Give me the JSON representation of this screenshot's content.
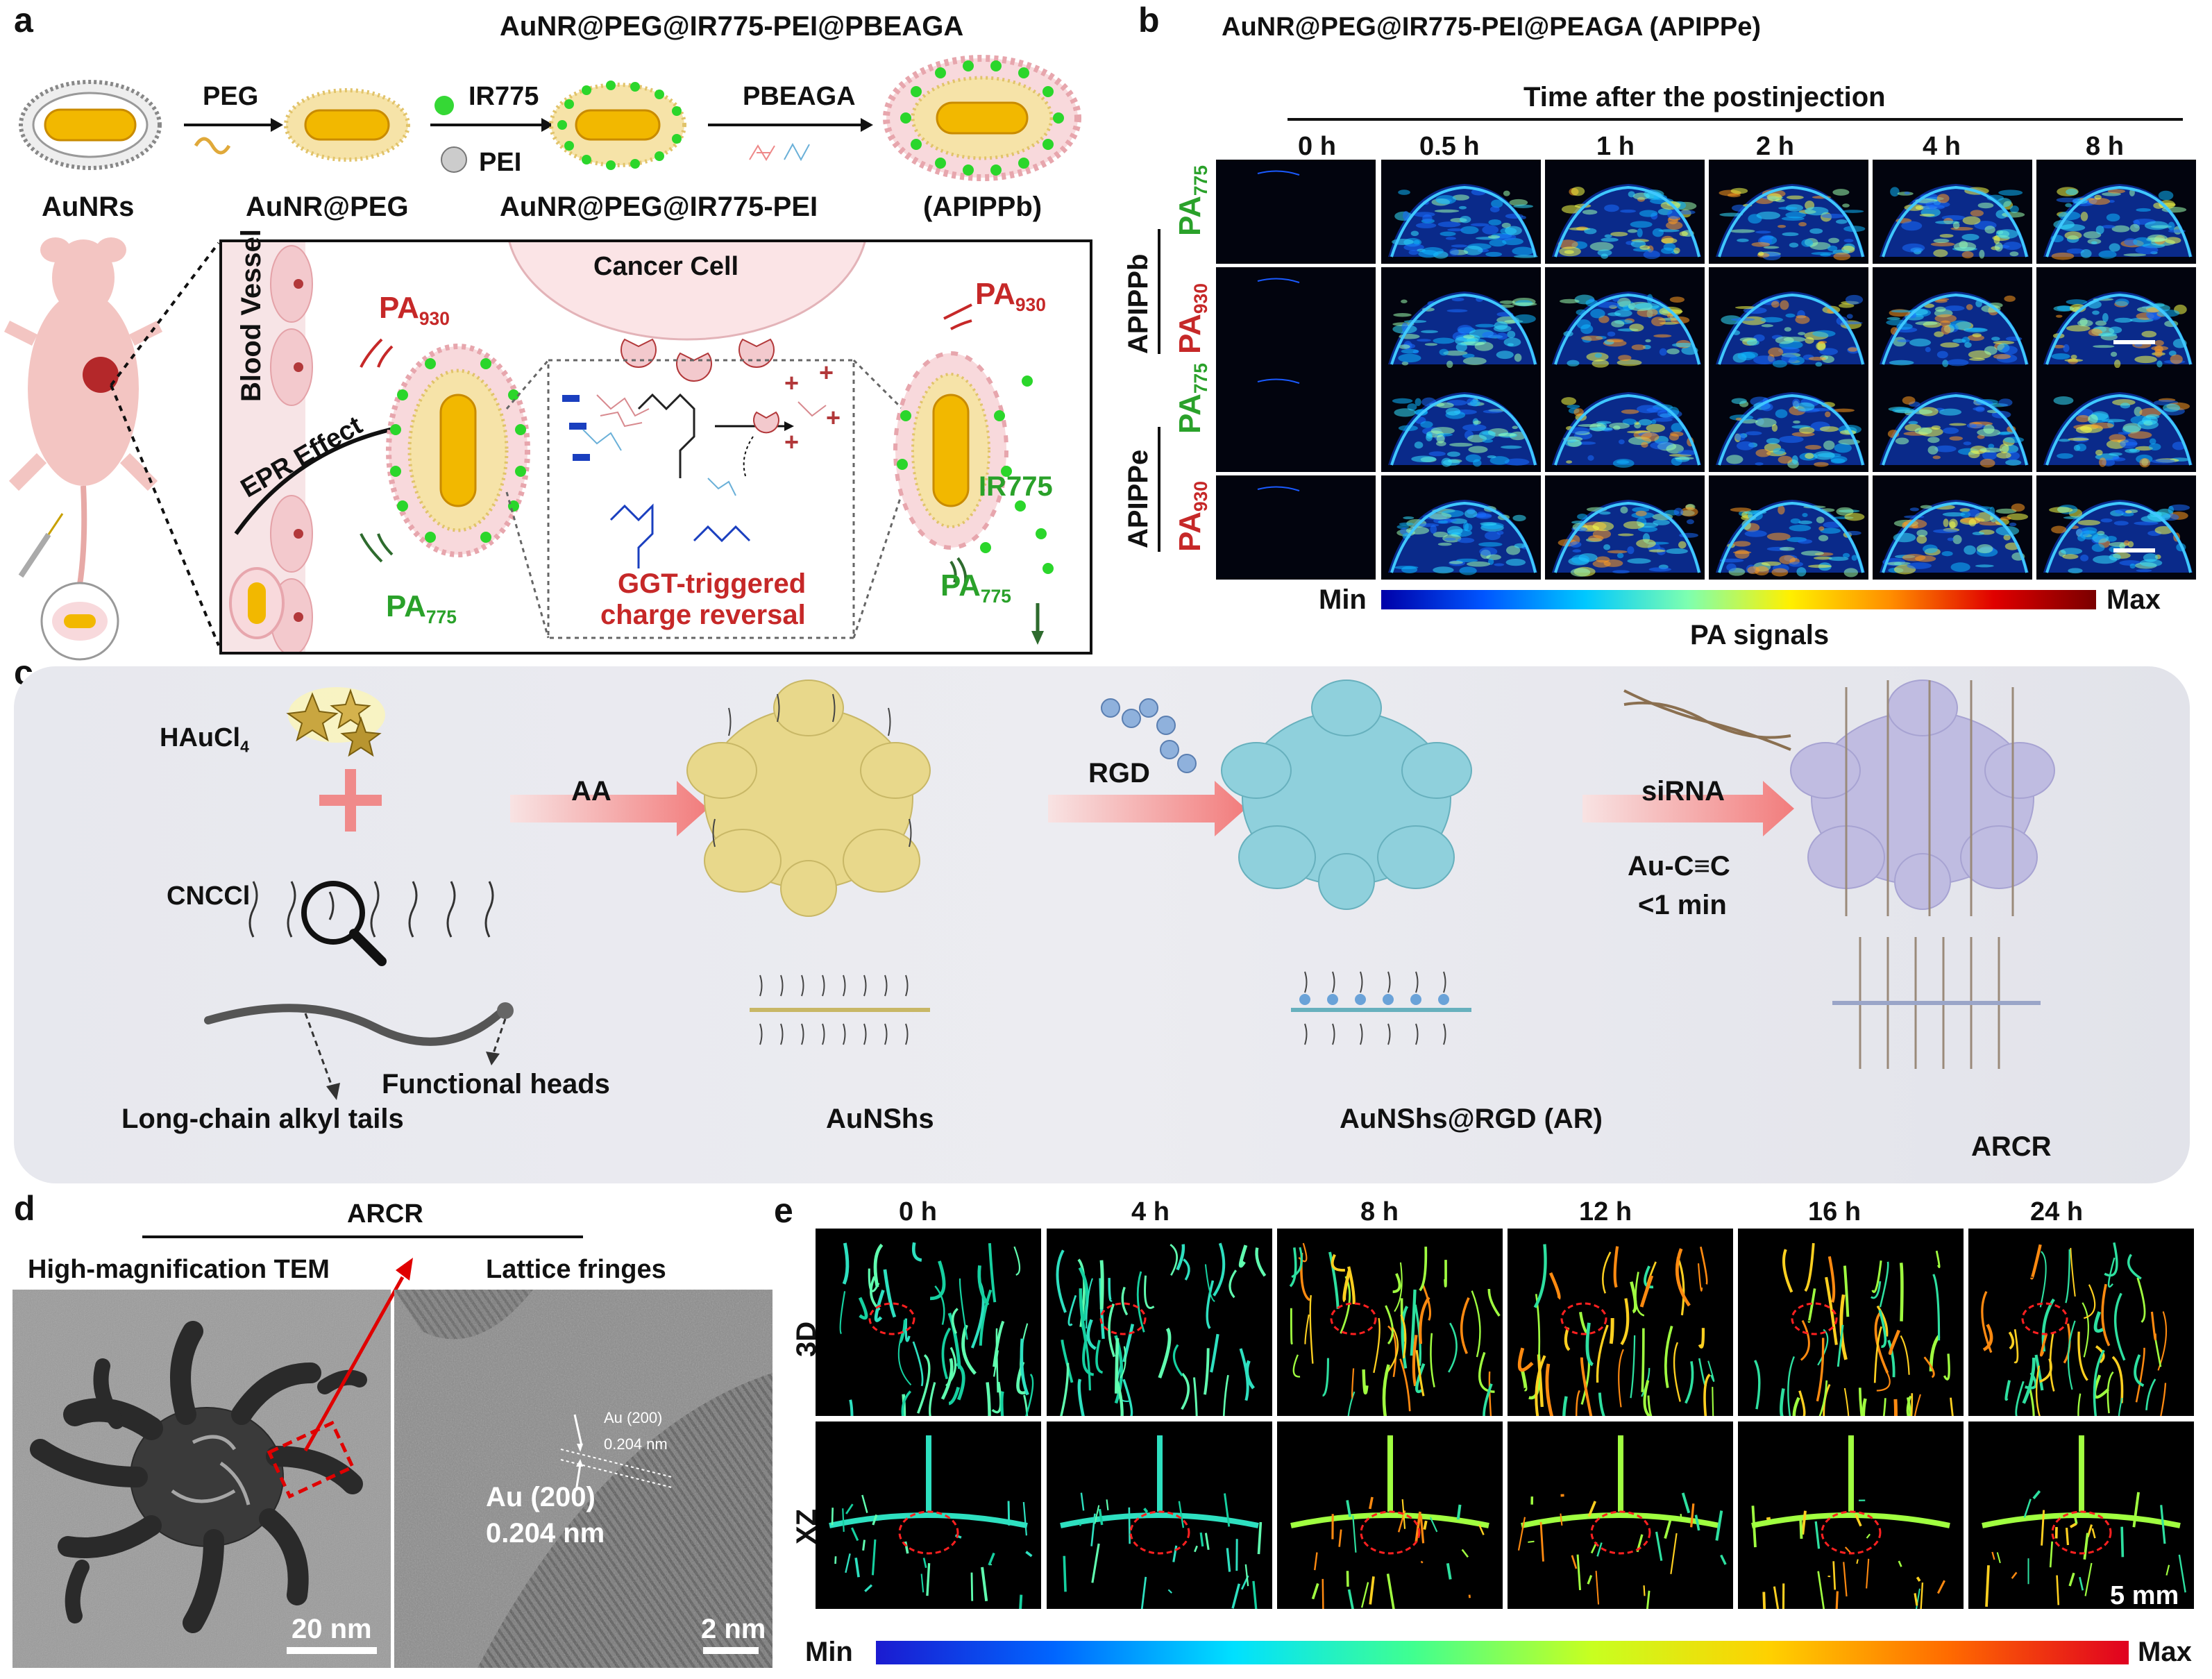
{
  "panel_a": {
    "letter": "a",
    "title": "AuNR@PEG@IR775-PEI@PBEAGA",
    "steps": {
      "peg": "PEG",
      "ir775": "IR775",
      "pei": "PEI",
      "pbeaga": "PBEAGA"
    },
    "labels": {
      "aunrs": "AuNRs",
      "aunr_peg": "AuNR@PEG",
      "aunr_peg_ir775_pei": "AuNR@PEG@IR775-PEI",
      "apippb": "(APIPPb)",
      "cancer_cell": "Cancer Cell",
      "blood_vessel": "Blood Vessel",
      "epr": "EPR Effect",
      "pa930_a": "PA",
      "pa930_sub": "930",
      "pa775_a": "PA",
      "pa775_sub": "775",
      "ir775_release": "IR775",
      "ggt_line1": "GGT-triggered",
      "ggt_line2": "charge reversal"
    }
  },
  "panel_b": {
    "letter": "b",
    "title": "AuNR@PEG@IR775-PEI@PEAGA (APIPPe)",
    "time_header": "Time after the postinjection",
    "times": [
      "0 h",
      "0.5 h",
      "1 h",
      "2 h",
      "4 h",
      "8 h"
    ],
    "groups": [
      "APIPPb",
      "APIPPe"
    ],
    "channel_pa": "PA",
    "channel_775": "775",
    "channel_930": "930",
    "colorbar_min": "Min",
    "colorbar_max": "Max",
    "colorbar_label": "PA signals"
  },
  "panel_c": {
    "letter": "c",
    "haucl": "HAuCl",
    "haucl_sub": "4",
    "cnccl": "CNCCl",
    "aa": "AA",
    "rgd": "RGD",
    "sirna": "siRNA",
    "au_cc": "Au-C≡C",
    "time": "<1 min",
    "functional_heads": "Functional heads",
    "alkyl_tails": "Long-chain alkyl tails",
    "aunshs": "AuNShs",
    "aunshs_rgd": "AuNShs@RGD (AR)",
    "arcr": "ARCR"
  },
  "panel_d": {
    "letter": "d",
    "title": "ARCR",
    "left_label": "High-magnification TEM",
    "right_label": "Lattice fringes",
    "scale_left": "20 nm",
    "scale_right": "2 nm",
    "lattice_small_1": "Au (200)",
    "lattice_small_2": "0.204 nm",
    "lattice_big_1": "Au (200)",
    "lattice_big_2": "0.204 nm"
  },
  "panel_e": {
    "letter": "e",
    "times": [
      "0 h",
      "4 h",
      "8 h",
      "12 h",
      "16 h",
      "24 h"
    ],
    "rows": [
      "3D",
      "XZ"
    ],
    "scale": "5 mm",
    "colorbar_min": "Min",
    "colorbar_max": "Max"
  },
  "colors": {
    "gold": "#f2b800",
    "green_text": "#2aa12a",
    "red_text": "#c62828",
    "arrow_pink": "#f4a3a3",
    "bg_panel_c": "#e9e9ef"
  }
}
